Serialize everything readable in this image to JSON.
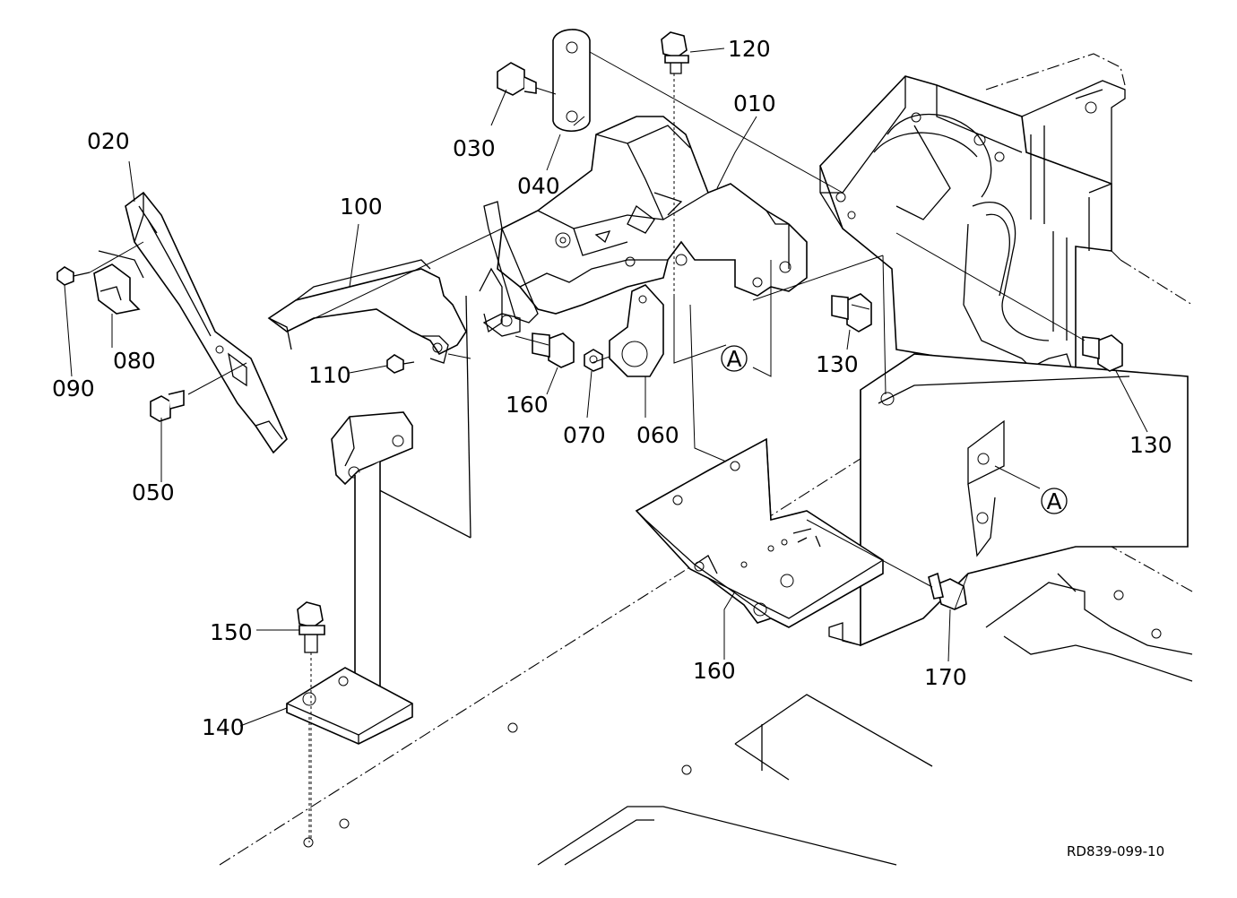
{
  "labels": {
    "p010": "010",
    "p020": "020",
    "p030": "030",
    "p040": "040",
    "p050": "050",
    "p060": "060",
    "p070": "070",
    "p080": "080",
    "p090": "090",
    "p100": "100",
    "p110": "110",
    "p120": "120",
    "p130a": "130",
    "p130b": "130",
    "p140": "140",
    "p150": "150",
    "p160a": "160",
    "p160b": "160",
    "p170": "170"
  },
  "ref_marks": {
    "a1": "A",
    "a2": "A"
  },
  "drawing_code": "RD839-099-10"
}
